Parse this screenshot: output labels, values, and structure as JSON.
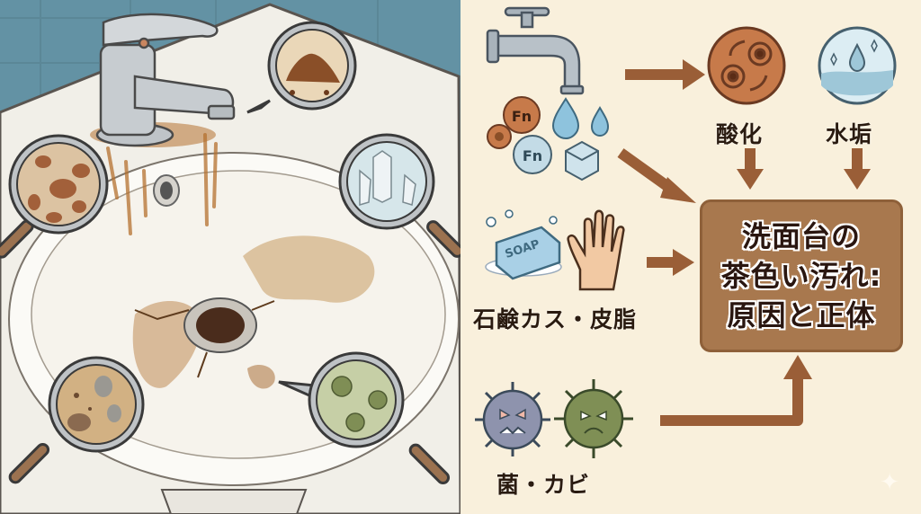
{
  "colors": {
    "background": "#f9f0dc",
    "arrow": "#9a5e37",
    "title_box": "#a8784e",
    "text": "#2a1b10",
    "tile": "#5f8ea0",
    "oxidation_circle": "#c77a4a",
    "scale_circle": "#bfdbe6"
  },
  "left_illustration": {
    "subject": "stained-bathroom-sink",
    "magnifiers": [
      {
        "position": "top-center",
        "content": "rust-powder-pile"
      },
      {
        "position": "left-upper",
        "content": "brown-spots"
      },
      {
        "position": "right-upper",
        "content": "mineral-crystals"
      },
      {
        "position": "left-lower",
        "content": "grime-particles"
      },
      {
        "position": "right-lower",
        "content": "bacteria-mold"
      }
    ]
  },
  "diagram": {
    "sources": [
      {
        "id": "water",
        "icons": [
          "faucet-icon",
          "iron-ion-icon",
          "water-drop-icon",
          "crystal-icon"
        ],
        "ion_label": "Fn"
      },
      {
        "id": "oxidation",
        "label": "酸化",
        "icon": "oxidation-cycle-icon"
      },
      {
        "id": "scale",
        "label": "水垢",
        "icon": "water-scale-icon"
      },
      {
        "id": "soap",
        "label": "石鹸カス・皮脂",
        "icons": [
          "soap-bar-icon",
          "hand-icon"
        ],
        "soap_text": "SOAP"
      },
      {
        "id": "microbes",
        "label": "菌・カビ",
        "icons": [
          "bacteria-icon",
          "mold-icon"
        ]
      }
    ],
    "title": {
      "line1": "洗面台の",
      "line2": "茶色い汚れ:",
      "line3": "原因と正体"
    },
    "sparkle": "✦"
  }
}
